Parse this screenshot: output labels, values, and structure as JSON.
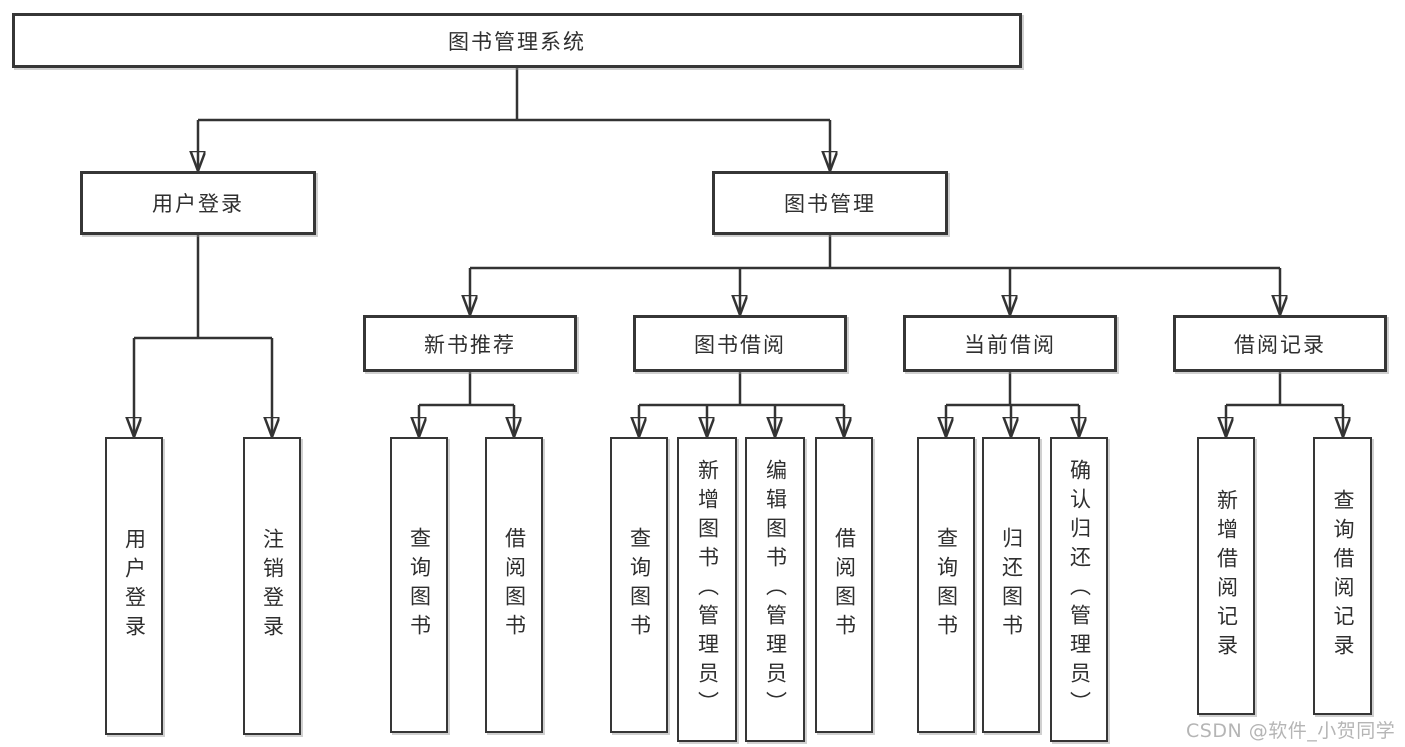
{
  "meta": {
    "background_color": "#ffffff",
    "line_color": "#333333",
    "box_border_color": "#363636",
    "text_color": "#2f2f2f",
    "watermark_color": "#b5b5b5"
  },
  "tree": {
    "root": {
      "label": "图书管理系统",
      "children": [
        {
          "label": "用户登录",
          "children": [
            {
              "label": "用户登录"
            },
            {
              "label": "注销登录"
            }
          ]
        },
        {
          "label": "图书管理",
          "children": [
            {
              "label": "新书推荐",
              "children": [
                {
                  "label": "查询图书"
                },
                {
                  "label": "借阅图书"
                }
              ]
            },
            {
              "label": "图书借阅",
              "children": [
                {
                  "label": "查询图书"
                },
                {
                  "label": "新增图书（管理员）"
                },
                {
                  "label": "编辑图书（管理员）"
                },
                {
                  "label": "借阅图书"
                }
              ]
            },
            {
              "label": "当前借阅",
              "children": [
                {
                  "label": "查询图书"
                },
                {
                  "label": "归还图书"
                },
                {
                  "label": "确认归还（管理员）"
                }
              ]
            },
            {
              "label": "借阅记录",
              "children": [
                {
                  "label": "新增借阅记录"
                },
                {
                  "label": "查询借阅记录"
                }
              ]
            }
          ]
        }
      ]
    }
  },
  "watermark": {
    "text": "CSDN @软件_小贺同学"
  }
}
